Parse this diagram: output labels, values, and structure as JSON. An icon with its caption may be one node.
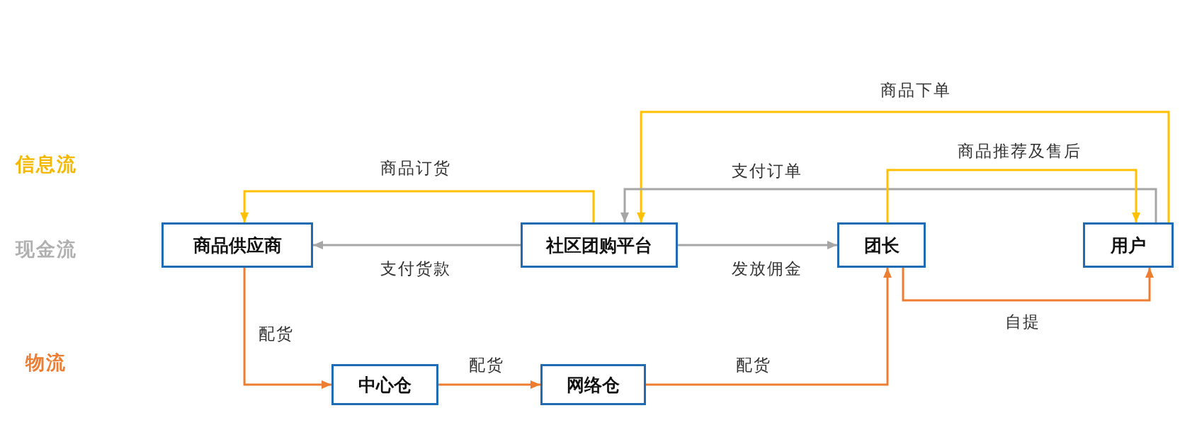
{
  "diagram": {
    "nodes": [
      {
        "text": [
          "商品供应商"
        ]
      },
      {
        "text": [
          "社区团购平台"
        ]
      },
      {
        "text": [
          "团长"
        ]
      },
      {
        "text": [
          "用户"
        ]
      },
      {
        "text": [
          "中心仓"
        ]
      },
      {
        "text": [
          "网络仓"
        ]
      }
    ],
    "edges": [
      {
        "from": 1,
        "to": 0,
        "arrow": "to",
        "label": "商品订货",
        "color": "#ffc000"
      },
      {
        "from": 1,
        "to": 0,
        "arrow": "to",
        "label": "支付货款",
        "color": "#a6a6a6"
      },
      {
        "from": 1,
        "to": 2,
        "arrow": "to",
        "label": "发放佣金",
        "color": "#a6a6a6"
      },
      {
        "from": 3,
        "to": 1,
        "arrow": "to",
        "label": "商品下单",
        "color": "#ffc000"
      },
      {
        "from": 3,
        "to": 1,
        "arrow": "to",
        "label": "支付订单",
        "color": "#a6a6a6"
      },
      {
        "from": 2,
        "to": 3,
        "arrow": "to",
        "label": "商品推荐及售后",
        "color": "#ffc000"
      },
      {
        "from": 0,
        "to": 4,
        "arrow": "to",
        "label": "配货",
        "color": "#ed7d31"
      },
      {
        "from": 4,
        "to": 5,
        "arrow": "to",
        "label": "配货",
        "color": "#ed7d31"
      },
      {
        "from": 5,
        "to": 2,
        "arrow": "to",
        "label": "配货",
        "color": "#ed7d31"
      },
      {
        "from": 2,
        "to": 3,
        "arrow": "to",
        "label": "自提",
        "color": "#ed7d31"
      }
    ],
    "labels": [
      "信息流",
      "现金流",
      "物流"
    ]
  }
}
